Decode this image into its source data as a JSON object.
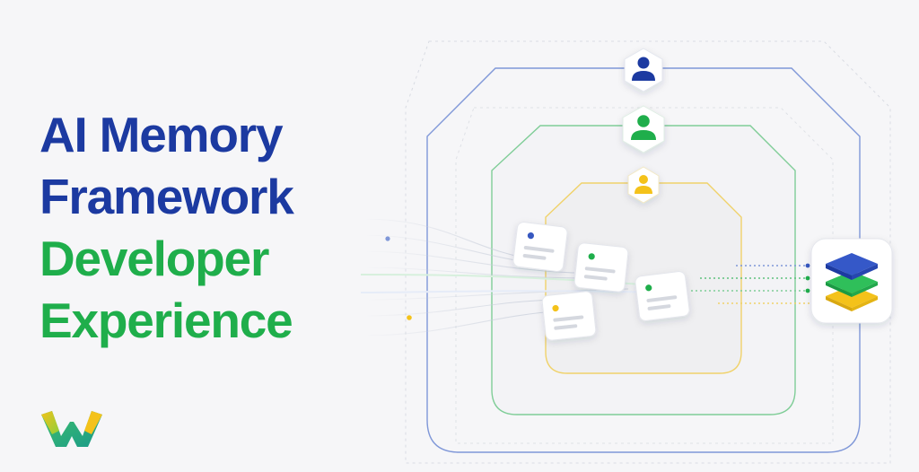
{
  "headline": {
    "line1": "AI Memory",
    "line2": "Framework",
    "line3": "Developer",
    "line4": "Experience"
  },
  "colors": {
    "blue": "#1c3aa1",
    "green": "#1fae4b",
    "yellow": "#f4c21a",
    "background": "#f6f6f8"
  },
  "icons": {
    "user_outer": "user-icon",
    "user_middle": "user-icon",
    "user_inner": "user-icon",
    "memory_store": "layer-stack-icon",
    "logo": "brand-w-logo"
  },
  "memory_cards": [
    {
      "accent": "blue"
    },
    {
      "accent": "green"
    },
    {
      "accent": "green"
    },
    {
      "accent": "yellow"
    }
  ]
}
